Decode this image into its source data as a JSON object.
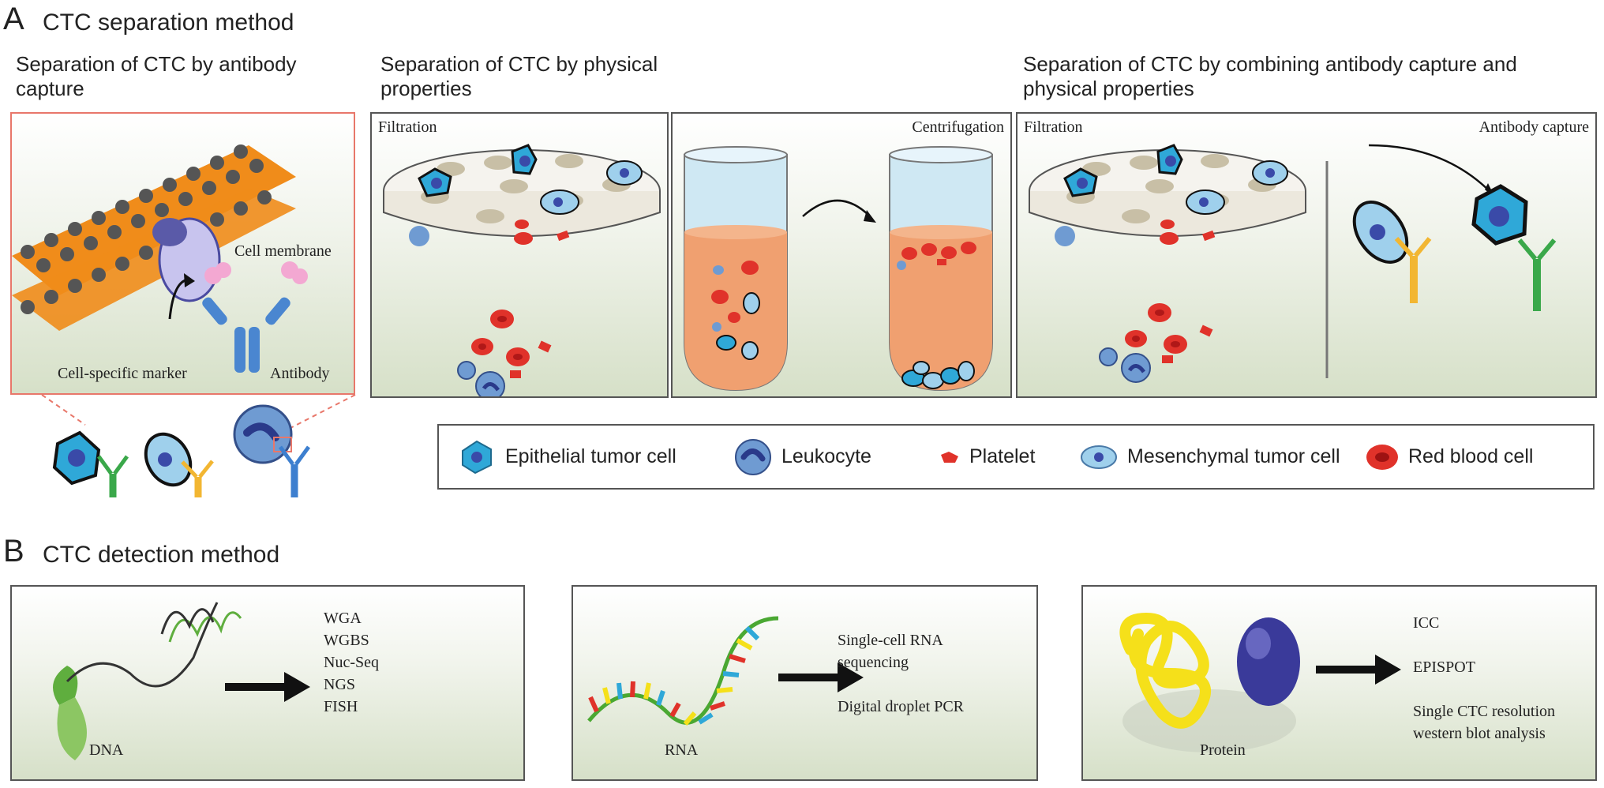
{
  "panel_a": {
    "letter": "A",
    "title": "CTC separation method",
    "antibody_capture": {
      "title": "Separation of CTC by antibody capture",
      "labels": {
        "cell_membrane": "Cell membrane",
        "marker": "Cell-specific marker",
        "antibody": "Antibody"
      }
    },
    "physical": {
      "title": "Separation of CTC by physical properties",
      "filtration": "Filtration",
      "centrifugation": "Centrifugation"
    },
    "combined": {
      "title": "Separation of CTC by combining antibody capture and physical properties",
      "filtration": "Filtration",
      "antibody_capture": "Antibody capture"
    },
    "legend": [
      {
        "icon": "epithelial-tumor-cell-icon",
        "label": "Epithelial tumor cell"
      },
      {
        "icon": "leukocyte-icon",
        "label": "Leukocyte"
      },
      {
        "icon": "platelet-icon",
        "label": "Platelet"
      },
      {
        "icon": "mesenchymal-tumor-cell-icon",
        "label": "Mesenchymal tumor cell"
      },
      {
        "icon": "red-blood-cell-icon",
        "label": "Red blood cell"
      }
    ]
  },
  "panel_b": {
    "letter": "B",
    "title": "CTC detection method",
    "dna": {
      "label": "DNA",
      "methods": [
        "WGA",
        "WGBS",
        "Nuc-Seq",
        "NGS",
        "FISH"
      ]
    },
    "rna": {
      "label": "RNA",
      "methods": [
        "Single-cell RNA",
        "sequencing",
        "Digital droplet PCR"
      ]
    },
    "protein": {
      "label": "Protein",
      "methods": [
        "ICC",
        "EPISPOT",
        "Single CTC resolution",
        "western blot analysis"
      ]
    }
  },
  "colors": {
    "epithelial": "#2fa8d8",
    "mesenchymal": "#9fd0ec",
    "leukocyte": "#6f9bd2",
    "platelet": "#e0322a",
    "rbc": "#e0322a",
    "membrane_tail": "#f08c1a",
    "membrane_head": "#555555",
    "antibody_green": "#3aa84a",
    "antibody_yellow": "#f2b632",
    "antibody_blue": "#3d7fcf",
    "tube_fluid": "#f0a070",
    "protein_yellow": "#f5e01a",
    "protein_purple": "#3a3a9a"
  }
}
